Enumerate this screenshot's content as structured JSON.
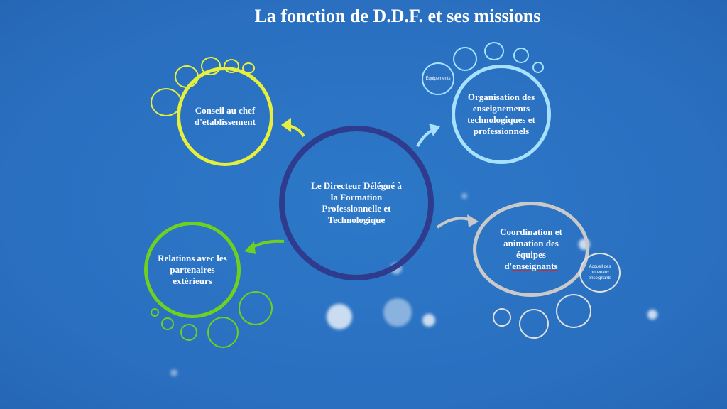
{
  "title": "La fonction de D.D.F. et ses missions",
  "center": {
    "label": "Le Directeur Délégué à la Formation Professionnelle et Technologique"
  },
  "topics": [
    {
      "label_1": "Conseil au chef",
      "label_2": "d'établissement",
      "color": "#e6f03c"
    },
    {
      "label": "Organisation des enseignements technologiques et professionnels",
      "color": "#a6e2ff"
    },
    {
      "label": "Coordination et animation des équipes d'",
      "label_u": "enseignants",
      "color": "#c9c9c9"
    },
    {
      "label": "Relations avec les partenaires extérieurs",
      "color": "#6dd11e"
    }
  ],
  "subtopics": {
    "equipements": "Équipements",
    "accueil": "Accueil des nouveaux enseignants"
  }
}
